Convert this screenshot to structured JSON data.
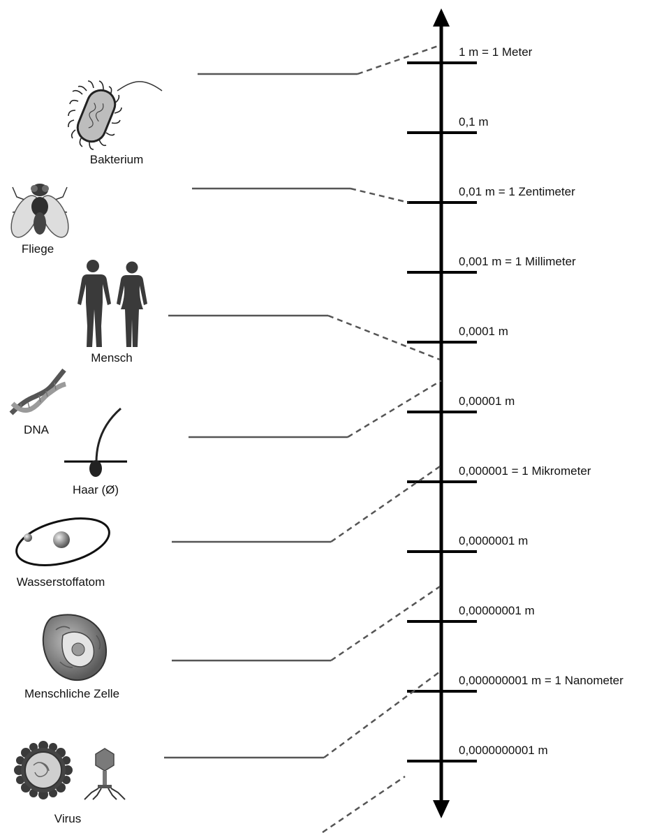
{
  "scale": {
    "labels": [
      "1 m = 1 Meter",
      "0,1 m",
      "0,01 m = 1 Zentimeter",
      "0,001 m = 1 Millimeter",
      "0,0001 m",
      "0,00001 m",
      "0,000001 = 1 Mikrometer",
      "0,0000001 m",
      "0,00000001 m",
      "0,000000001 m = 1 Nanometer",
      "0,0000000001 m"
    ]
  },
  "objects": {
    "bakterium": "Bakterium",
    "fliege": "Fliege",
    "mensch": "Mensch",
    "dna": "DNA",
    "haar": "Haar (Ø)",
    "wasserstoffatom": "Wasserstoffatom",
    "zelle": "Menschliche Zelle",
    "virus": "Virus"
  },
  "colors": {
    "axis": "#000000",
    "connector": "#555555",
    "icon_dark": "#3a3a3a",
    "icon_mid": "#8a8a8a",
    "icon_light": "#cfcfcf"
  }
}
